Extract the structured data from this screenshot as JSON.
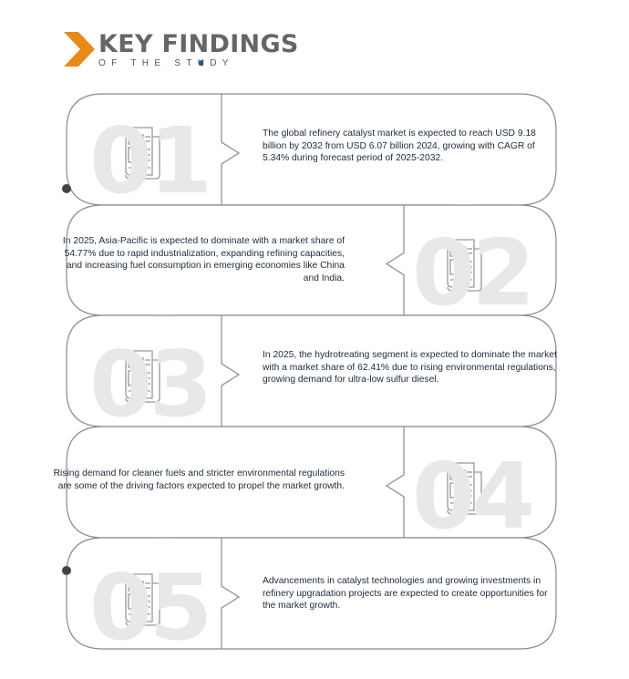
{
  "header": {
    "title": "KEY FINDINGS",
    "subtitle": "OF THE STUDY",
    "accent_color": "#e8891a"
  },
  "findings": [
    {
      "number": "01",
      "icon": "newspaper-icon",
      "text": "The global refinery catalyst market is expected to reach USD 9.18 billion by 2032 from USD 6.07 billion 2024, growing with CAGR of 5.34% during forecast period of 2025-2032."
    },
    {
      "number": "02",
      "icon": "newspaper-icon",
      "text": "In 2025, Asia-Pacific is expected to dominate with a market share of 54.77% due to rapid industrialization, expanding refining capacities, and increasing fuel consumption in emerging economies like China and India."
    },
    {
      "number": "03",
      "icon": "newspaper-icon",
      "text": "In 2025, the hydrotreating segment is expected to dominate the market with a market share of 62.41% due to rising environmental regulations, growing demand for ultra-low sulfur diesel."
    },
    {
      "number": "04",
      "icon": "newspaper-icon",
      "text": "Rising demand for cleaner fuels and stricter environmental regulations are some of the driving factors expected to propel the market growth."
    },
    {
      "number": "05",
      "icon": "newspaper-icon",
      "text": "Advancements in catalyst technologies and growing investments in refinery upgradation projects are expected to create opportunities for the market growth."
    }
  ]
}
